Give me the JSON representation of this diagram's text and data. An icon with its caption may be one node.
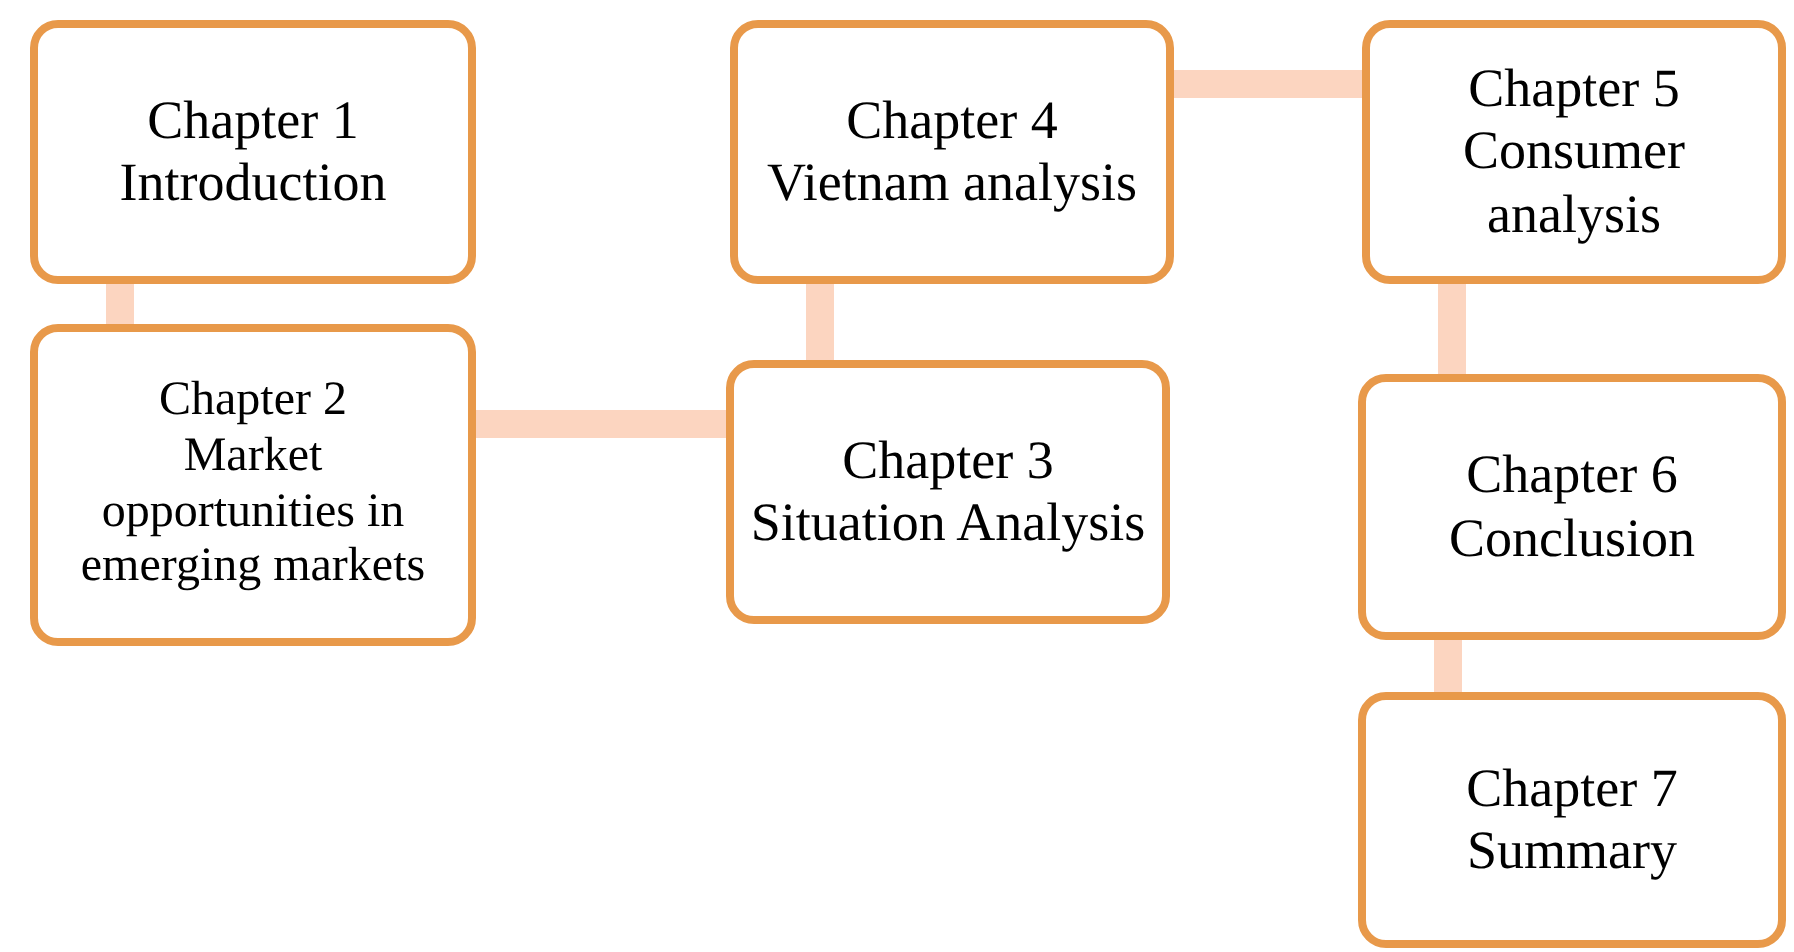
{
  "diagram": {
    "nodes": [
      {
        "text": [
          "Chapter 1",
          "Introduction"
        ]
      },
      {
        "text": [
          "Chapter 2",
          "Market opportunities in emerging markets"
        ]
      },
      {
        "text": [
          "Chapter 3",
          "Situation Analysis"
        ]
      },
      {
        "text": [
          "Chapter 4",
          "Vietnam analysis"
        ]
      },
      {
        "text": [
          "Chapter 5",
          "Consumer analysis"
        ]
      },
      {
        "text": [
          "Chapter 6",
          "Conclusion"
        ]
      },
      {
        "text": [
          "Chapter 7",
          "Summary"
        ]
      }
    ],
    "edges": [
      {
        "from": 0,
        "to": 1,
        "arrow": "none"
      },
      {
        "from": 1,
        "to": 2,
        "arrow": "none"
      },
      {
        "from": 2,
        "to": 3,
        "arrow": "none"
      },
      {
        "from": 3,
        "to": 4,
        "arrow": "none"
      },
      {
        "from": 4,
        "to": 5,
        "arrow": "none"
      },
      {
        "from": 5,
        "to": 6,
        "arrow": "none"
      }
    ]
  }
}
